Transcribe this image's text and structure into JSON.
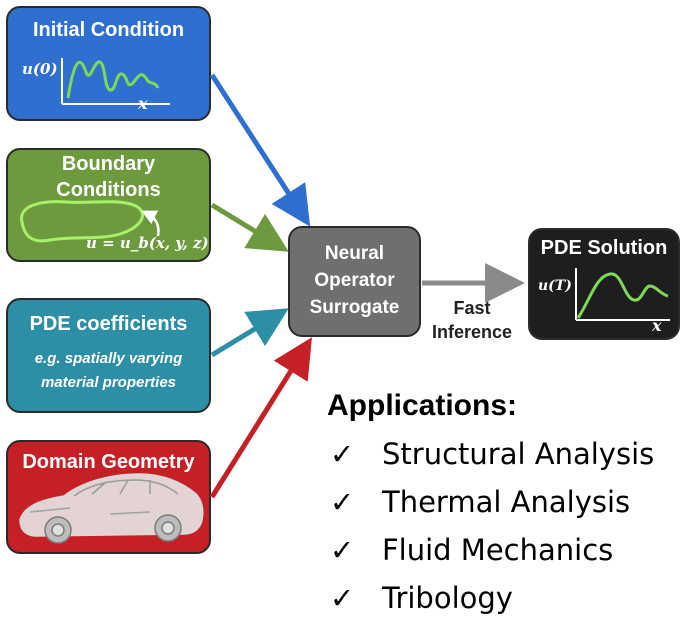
{
  "inputs": {
    "initial": {
      "title": "Initial Condition",
      "ylabel": "u(0)",
      "xlabel": "x",
      "color": "#2f6fd0"
    },
    "boundary": {
      "title_line1": "Boundary",
      "title_line2": "Conditions",
      "formula": "u = u_b(x, y, z)",
      "color": "#6e9a3e"
    },
    "coefficients": {
      "title": "PDE coefficients",
      "note_line1": "e.g. spatially varying",
      "note_line2": "material properties",
      "color": "#2d8fa6"
    },
    "geometry": {
      "title": "Domain Geometry",
      "color": "#c42026"
    }
  },
  "operator": {
    "line1": "Neural",
    "line2": "Operator",
    "line3": "Surrogate",
    "color": "#6f6f6f"
  },
  "edge_label": {
    "line1": "Fast",
    "line2": "Inference"
  },
  "solution": {
    "title": "PDE Solution",
    "ylabel": "u(T)",
    "xlabel": "x",
    "color": "#1e1e1e"
  },
  "applications": {
    "title": "Applications:",
    "check": "✓",
    "items": [
      "Structural Analysis",
      "Thermal Analysis",
      "Fluid Mechanics",
      "Tribology"
    ]
  }
}
